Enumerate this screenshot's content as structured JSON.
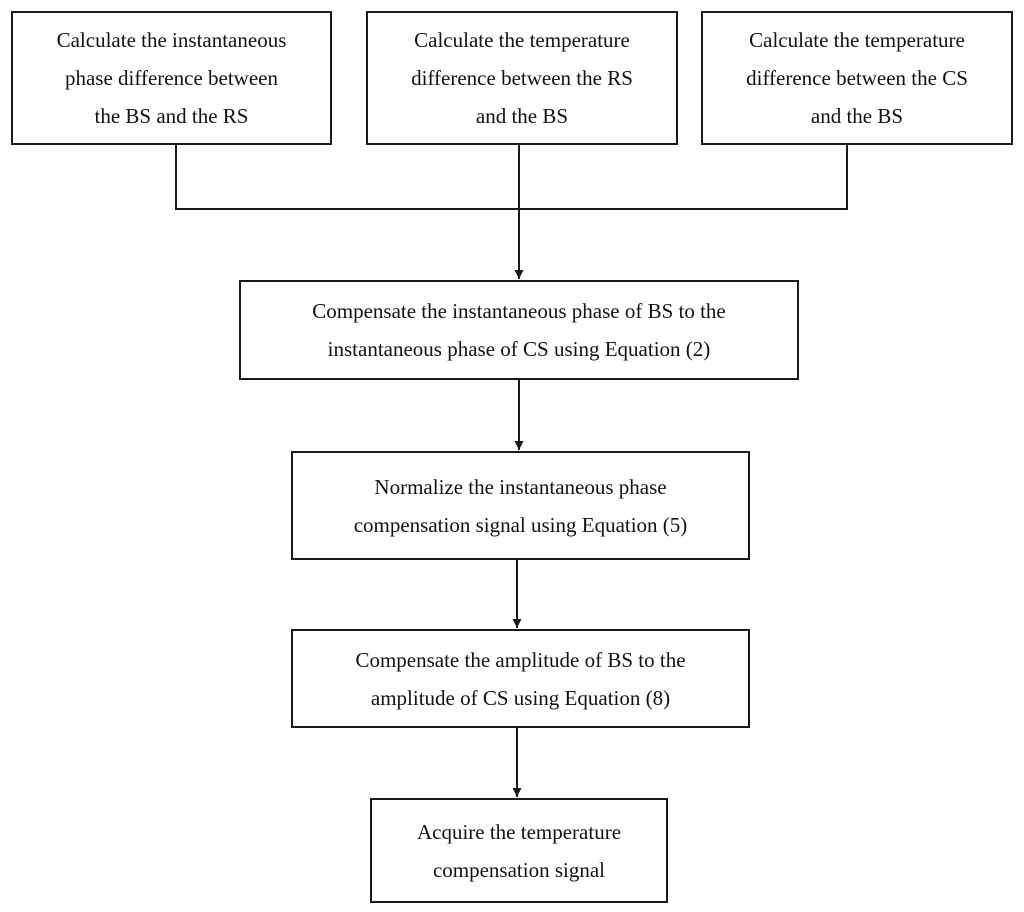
{
  "flowchart": {
    "top_steps": [
      {
        "text": "Calculate the instantaneous\nphase difference between\nthe BS and the RS"
      },
      {
        "text": "Calculate the temperature\ndifference between the RS\nand the BS"
      },
      {
        "text": "Calculate the temperature\ndifference between the CS\nand the BS"
      }
    ],
    "steps": [
      {
        "text": "Compensate the instantaneous phase of BS to the\ninstantaneous phase of CS using Equation (2)"
      },
      {
        "text": "Normalize the instantaneous phase\ncompensation signal using Equation (5)"
      },
      {
        "text": "Compensate the amplitude of BS to the\namplitude of CS using Equation (8)"
      },
      {
        "text": "Acquire the temperature\ncompensation signal"
      }
    ]
  },
  "colors": {
    "line": "#1a1a1a",
    "box_border": "#1a1a1a",
    "background": "#ffffff"
  }
}
